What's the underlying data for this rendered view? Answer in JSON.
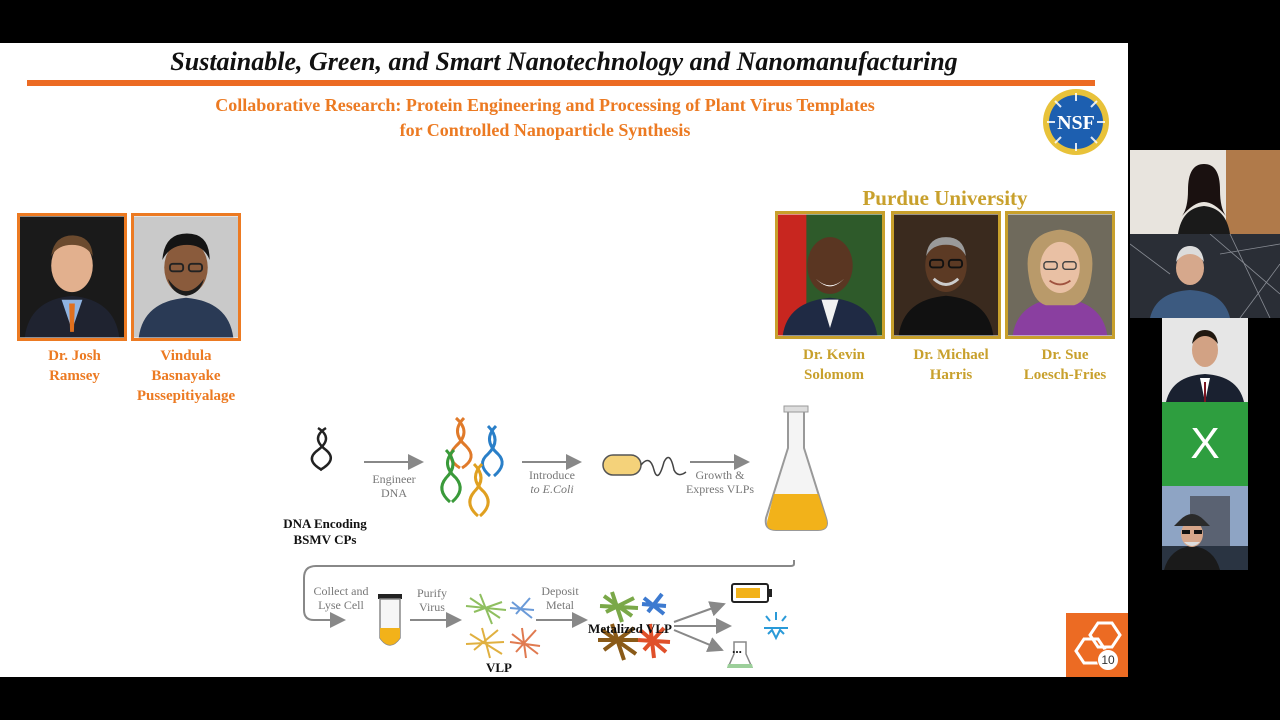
{
  "slide": {
    "title": "Sustainable, Green, and Smart Nanotechnology and Nanomanufacturing",
    "subtitle_line1": "Collaborative Research: Protein Engineering and Processing of Plant Virus Templates",
    "subtitle_line2": "for Controlled Nanoparticle Synthesis",
    "nsf_logo_text": "NSF",
    "university": "Purdue University",
    "page_number": "10",
    "colors": {
      "accent_orange": "#ec6b23",
      "gold": "#c8a02c"
    },
    "people_left": [
      {
        "line1": "Dr. Josh",
        "line2": "Ramsey",
        "line3": ""
      },
      {
        "line1": "Vindula",
        "line2": "Basnayake",
        "line3": "Pussepitiyalage"
      }
    ],
    "people_right": [
      {
        "line1": "Dr. Kevin",
        "line2": "Solomom"
      },
      {
        "line1": "Dr. Michael",
        "line2": "Harris"
      },
      {
        "line1": "Dr. Sue",
        "line2": "Loesch-Fries"
      }
    ],
    "diagram": {
      "dna_label_1": "DNA Encoding",
      "dna_label_2": "BSMV CPs",
      "step1_1": "Engineer",
      "step1_2": "DNA",
      "step2_1": "Introduce",
      "step2_2": "to E.Coli",
      "step3_1": "Growth &",
      "step3_2": "Express VLPs",
      "step4_1": "Collect and",
      "step4_2": "Lyse Cell",
      "step5_1": "Purify",
      "step5_2": "Virus",
      "step6_1": "Deposit",
      "step6_2": "Metal",
      "vlp_label": "VLP",
      "metal_label": "Metalized VLP",
      "ellipsis": "..."
    }
  },
  "participants": [
    {
      "kind": "video",
      "icon": "participant-video"
    },
    {
      "kind": "video",
      "icon": "participant-video"
    },
    {
      "kind": "video",
      "icon": "participant-video"
    },
    {
      "kind": "avatar",
      "initial": "X",
      "color": "#2e9e3f"
    },
    {
      "kind": "video",
      "icon": "participant-video"
    }
  ]
}
